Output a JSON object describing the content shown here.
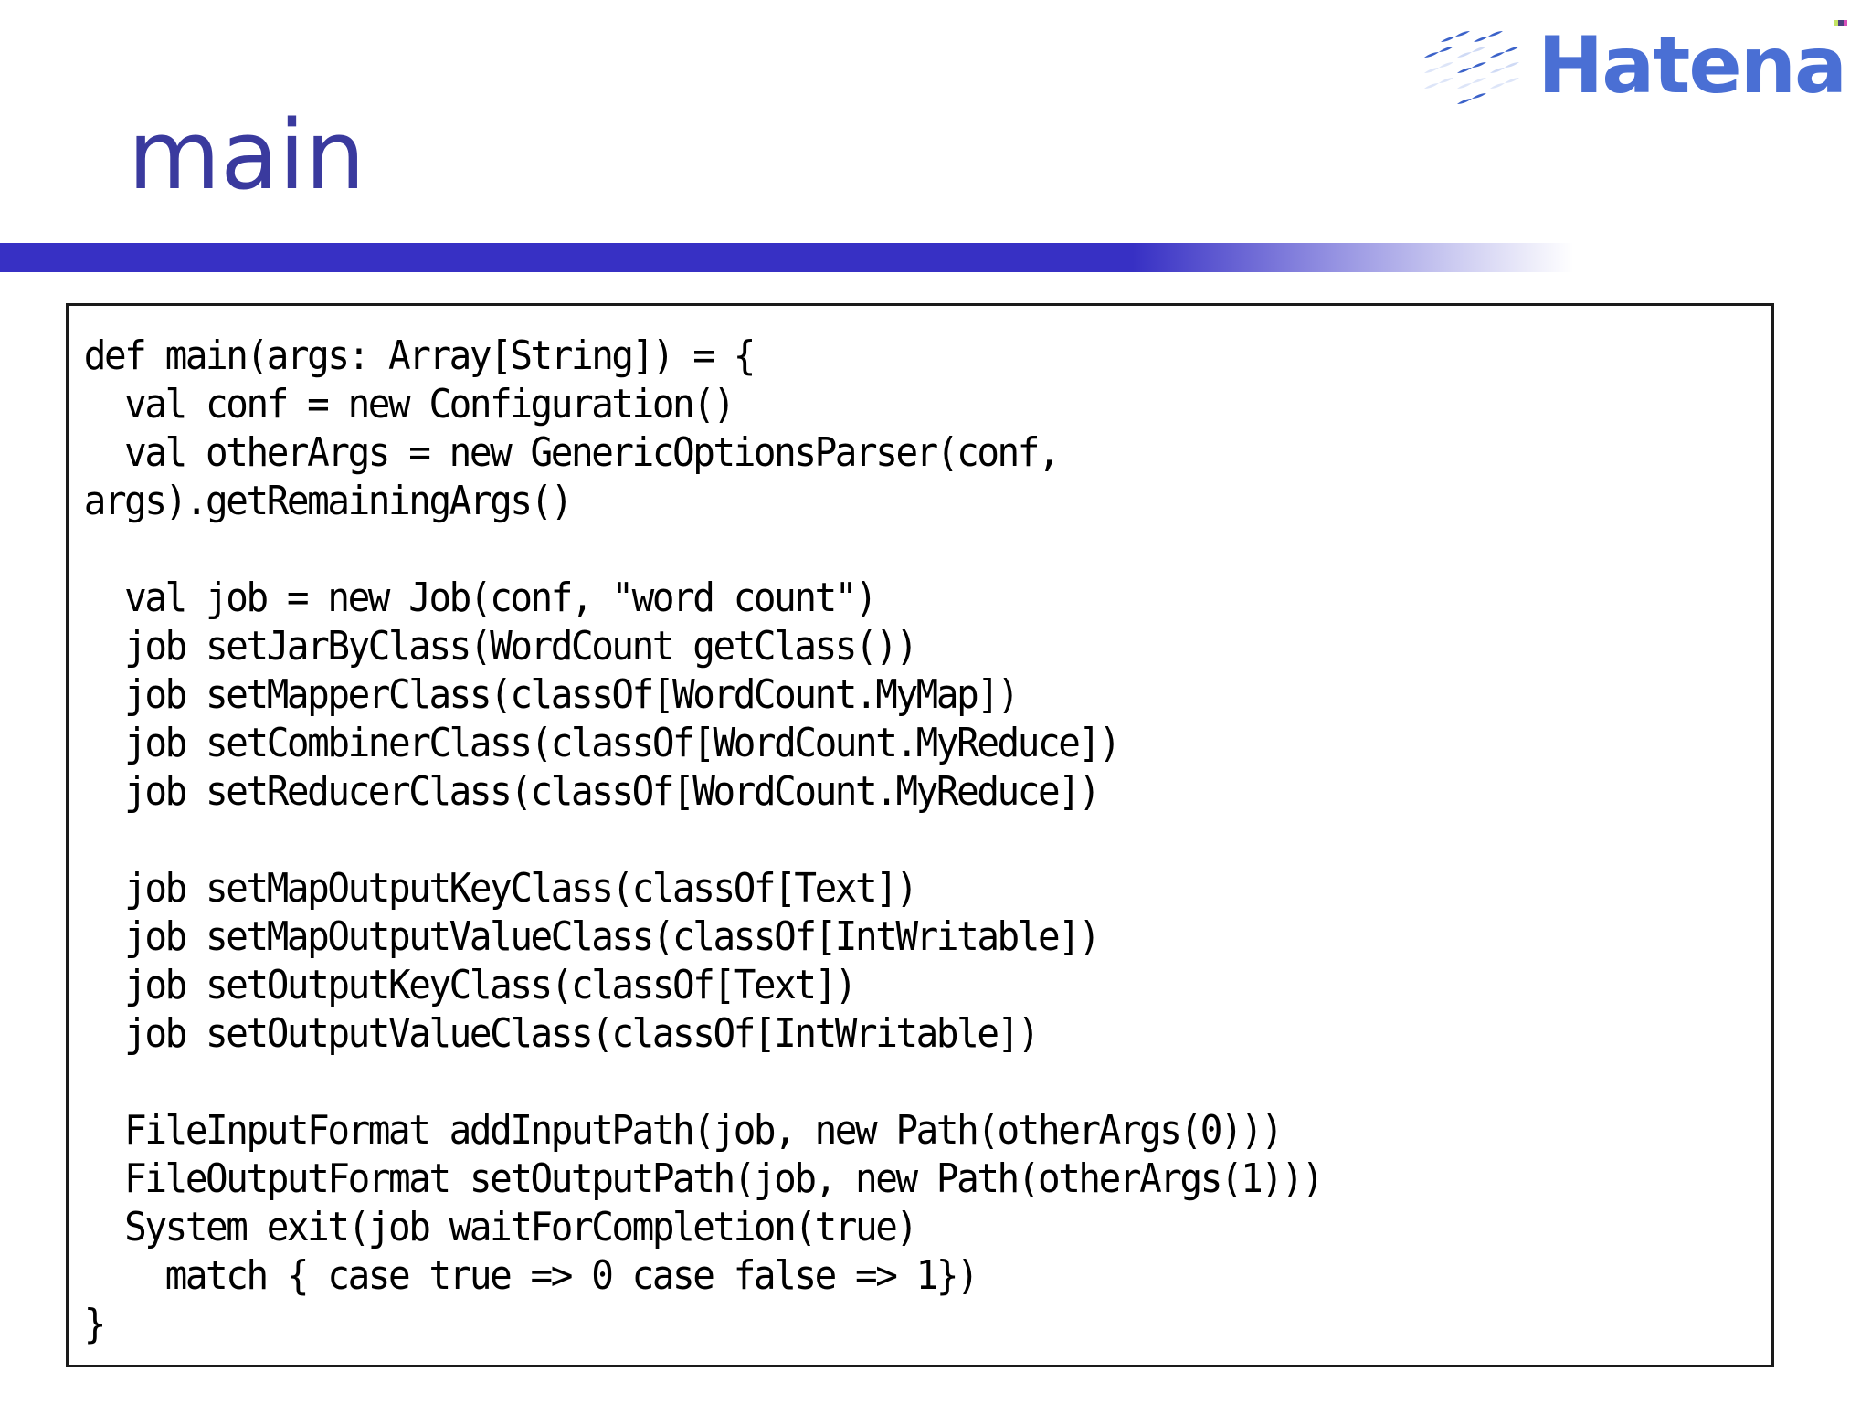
{
  "brand": {
    "name": "Hatena",
    "logo_icon": "hatena-diamond-logo",
    "color": "#4a6fd4"
  },
  "slide": {
    "title": "main",
    "title_color": "#3a3a9e",
    "divider_color": "#3730c4"
  },
  "code": {
    "language": "scala",
    "border_color": "#1a1a1a",
    "text_color": "#000000",
    "lines": [
      "def main(args: Array[String]) = {",
      "  val conf = new Configuration()",
      "  val otherArgs = new GenericOptionsParser(conf,",
      "args).getRemainingArgs()",
      "",
      "  val job = new Job(conf, \"word count\")",
      "  job setJarByClass(WordCount getClass())",
      "  job setMapperClass(classOf[WordCount.MyMap])",
      "  job setCombinerClass(classOf[WordCount.MyReduce])",
      "  job setReducerClass(classOf[WordCount.MyReduce])",
      "",
      "  job setMapOutputKeyClass(classOf[Text])",
      "  job setMapOutputValueClass(classOf[IntWritable])",
      "  job setOutputKeyClass(classOf[Text])",
      "  job setOutputValueClass(classOf[IntWritable])",
      "",
      "  FileInputFormat addInputPath(job, new Path(otherArgs(0)))",
      "  FileOutputFormat setOutputPath(job, new Path(otherArgs(1)))",
      "  System exit(job waitForCompletion(true)",
      "    match { case true => 0 case false => 1})",
      "}"
    ],
    "body": "def main(args: Array[String]) = {\n  val conf = new Configuration()\n  val otherArgs = new GenericOptionsParser(conf,\nargs).getRemainingArgs()\n\n  val job = new Job(conf, \"word count\")\n  job setJarByClass(WordCount getClass())\n  job setMapperClass(classOf[WordCount.MyMap])\n  job setCombinerClass(classOf[WordCount.MyReduce])\n  job setReducerClass(classOf[WordCount.MyReduce])\n\n  job setMapOutputKeyClass(classOf[Text])\n  job setMapOutputValueClass(classOf[IntWritable])\n  job setOutputKeyClass(classOf[Text])\n  job setOutputValueClass(classOf[IntWritable])\n\n  FileInputFormat addInputPath(job, new Path(otherArgs(0)))\n  FileOutputFormat setOutputPath(job, new Path(otherArgs(1)))\n  System exit(job waitForCompletion(true)\n    match { case true => 0 case false => 1})\n}"
  }
}
